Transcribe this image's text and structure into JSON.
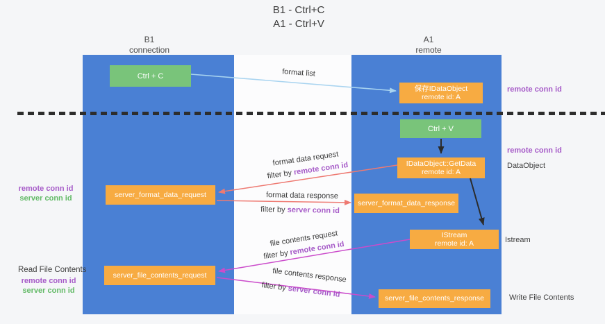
{
  "title": {
    "line1": "B1 - Ctrl+C",
    "line2": "A1 - Ctrl+V"
  },
  "columns": {
    "left": {
      "name": "B1",
      "role": "connection"
    },
    "right": {
      "name": "A1",
      "role": "remote"
    }
  },
  "nodes": {
    "ctrl_c": {
      "label": "Ctrl + C"
    },
    "save_idataobject": {
      "line1": "保存IDataObject",
      "line2": "remote id: A"
    },
    "ctrl_v": {
      "label": "Ctrl + V"
    },
    "getdata": {
      "line1": "IDataObject::GetData",
      "line2": "remote id: A"
    },
    "istream": {
      "line1": "IStream",
      "line2": "remote id: A"
    },
    "server_format_data_request": {
      "label": "server_format_data_request"
    },
    "server_format_data_response": {
      "label": "server_format_data_response"
    },
    "server_file_contents_request": {
      "label": "server_file_contents_request"
    },
    "server_file_contents_response": {
      "label": "server_file_contents_response"
    }
  },
  "flow_labels": {
    "format_list": "format list",
    "format_data_request": "format data request",
    "format_data_response": "format data response",
    "file_contents_request": "file contents request",
    "file_contents_response": "file contents response",
    "filter_by": "filter by ",
    "remote_conn_id": "remote conn id",
    "server_conn_id": "server conn id"
  },
  "side_labels": {
    "remote_conn_id_top_right": "remote conn id",
    "remote_conn_id_mid_right": "remote conn id",
    "dataobject": "DataObject",
    "istream": "Istream",
    "write_file_contents": "Write File Contents",
    "remote_conn_id_left_top": "remote conn id",
    "server_conn_id_left_top": "server conn id",
    "read_file_contents": "Read File Contents",
    "remote_conn_id_left_bottom": "remote conn id",
    "server_conn_id_left_bottom": "server conn id"
  },
  "colors": {
    "column_blue": "#4a80d4",
    "box_orange": "#f7ab42",
    "box_green": "#79c47a",
    "arrow_salmon": "#ee7a72",
    "arrow_magenta": "#cb4ccb",
    "arrow_lightblue": "#a9d4f0",
    "arrow_black": "#2b2b2b",
    "conn_id_purple": "#a65bc8",
    "conn_id_green": "#63ba67",
    "divider_dash": "#2d2d2d"
  }
}
